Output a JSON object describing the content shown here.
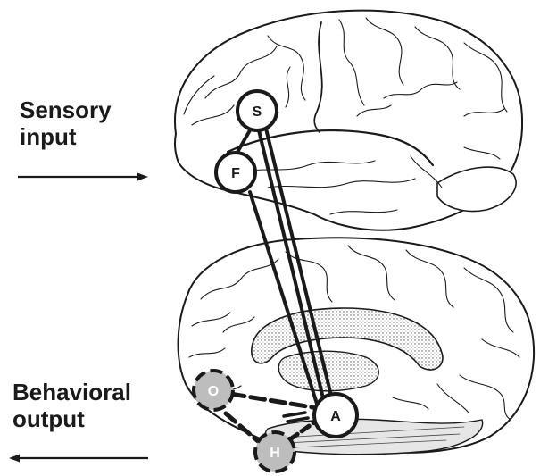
{
  "labels": {
    "sensory_line1": "Sensory",
    "sensory_line2": "input",
    "behavioral_line1": "Behavioral",
    "behavioral_line2": "output"
  },
  "nodes": {
    "S": "S",
    "F": "F",
    "A": "A",
    "O": "O",
    "H": "H"
  },
  "colors": {
    "ink": "#1a1a1a",
    "node_fill": "#ffffff",
    "grey_node_fill": "#bdbdbd",
    "brain_fill": "#ffffff",
    "shading": "#cfcfcf"
  }
}
